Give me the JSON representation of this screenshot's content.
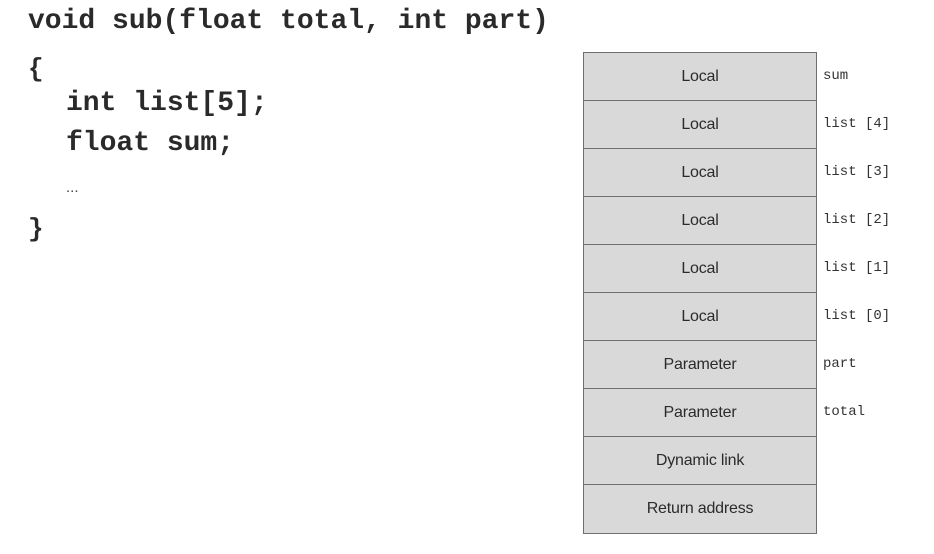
{
  "code": {
    "signature": "void sub(float total, int part)",
    "open_brace": "{",
    "decl_list": "int list[5];",
    "decl_sum": "float sum;",
    "ellipsis": "...",
    "close_brace": "}"
  },
  "stack": {
    "cells": [
      {
        "label": "Local",
        "var": "sum"
      },
      {
        "label": "Local",
        "var": "list [4]"
      },
      {
        "label": "Local",
        "var": "list [3]"
      },
      {
        "label": "Local",
        "var": "list [2]"
      },
      {
        "label": "Local",
        "var": "list [1]"
      },
      {
        "label": "Local",
        "var": "list [0]"
      },
      {
        "label": "Parameter",
        "var": "part"
      },
      {
        "label": "Parameter",
        "var": "total"
      },
      {
        "label": "Dynamic link",
        "var": ""
      },
      {
        "label": "Return address",
        "var": ""
      }
    ]
  },
  "colors": {
    "cell_fill": "#d9d9d9",
    "cell_border": "#6e6e6e"
  }
}
